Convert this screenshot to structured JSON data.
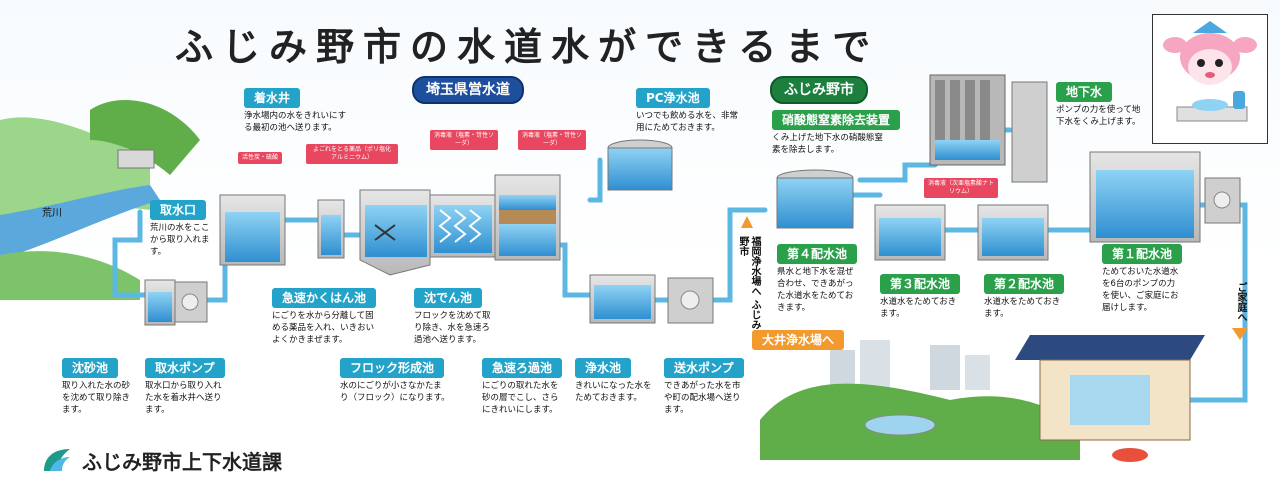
{
  "title": "ふじみ野市の水道水ができるまで",
  "sections": {
    "saitama": "埼玉県営水道",
    "fujimino": "ふじみ野市"
  },
  "river_label": "荒川",
  "steps": {
    "intake": {
      "label": "取水口",
      "desc": "荒川の水をここから取り入れます。"
    },
    "sand_basin": {
      "label": "沈砂池",
      "desc": "取り入れた水の砂を沈めて取り除きます。"
    },
    "intake_pump": {
      "label": "取水ポンプ",
      "desc": "取水口から取り入れた水を着水井へ送ります。"
    },
    "receiving_well": {
      "label": "着水井",
      "desc": "浄水場内の水をきれいにする最初の池へ送ります。"
    },
    "rapid_mix": {
      "label": "急速かくはん池",
      "desc": "にごりを水から分離して固める薬品を入れ、いきおいよくかきまぜます。"
    },
    "floc": {
      "label": "フロック形成池",
      "desc": "水のにごりが小さなかたまり（フロック）になります。"
    },
    "settling": {
      "label": "沈でん池",
      "desc": "フロックを沈めて取り除き、水を急速ろ過池へ送ります。"
    },
    "rapid_filter": {
      "label": "急速ろ過池",
      "desc": "にごりの取れた水を砂の層でこし、さらにきれいにします。"
    },
    "clear_pool": {
      "label": "浄水池",
      "desc": "きれいになった水をためておきます。"
    },
    "pump_out": {
      "label": "送水ポンプ",
      "desc": "できあがった水を市や町の配水場へ送ります。"
    },
    "pc_pool": {
      "label": "PC浄水池",
      "desc": "いつでも飲める水を、非常用にためておきます。"
    },
    "nitrate": {
      "label": "硝酸態窒素除去装置",
      "desc": "くみ上げた地下水の硝酸態窒素を除去します。"
    },
    "groundwater": {
      "label": "地下水",
      "desc": "ポンプの力を使って地下水をくみ上げます。"
    },
    "dist4": {
      "label": "第４配水池",
      "desc": "県水と地下水を混ぜ合わせ、できあがった水道水をためておきます。"
    },
    "dist3": {
      "label": "第３配水池",
      "desc": "水道水をためておきます。"
    },
    "dist2": {
      "label": "第２配水池",
      "desc": "水道水をためておきます。"
    },
    "dist1": {
      "label": "第１配水池",
      "desc": "ためておいた水道水を6台のポンプの力を使い、ご家庭にお届けします。"
    }
  },
  "chem_tags": {
    "carbon": "活性炭・硫酸",
    "coag": "よごれをとる薬品（ポリ塩化アルミニウム）",
    "disinfect1": "消毒液（塩素・苛性ソーダ）",
    "disinfect2": "消毒液（塩素・苛性ソーダ）",
    "disinfect3": "消毒液（次亜塩素酸ナトリウム）"
  },
  "flow_labels": {
    "to_fujimino": "福岡浄水場へ ふじみ野市",
    "ooi": "大井浄水場へ",
    "home": "ご家庭へ"
  },
  "footer": {
    "org": "ふじみ野市上下水道課"
  },
  "colors": {
    "pipe": "#5cb7e3",
    "tank_water": "#3d9fd8",
    "label_blue": "#23a3c9",
    "label_green": "#2aa04a",
    "accent_orange": "#f29a2e",
    "navy": "#1d4f9c"
  }
}
